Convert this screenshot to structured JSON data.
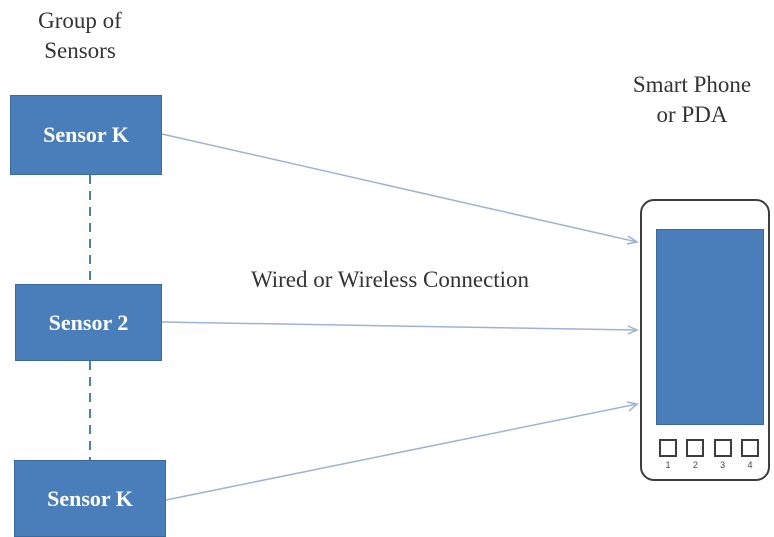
{
  "group_label": "Group of\nSensors",
  "phone_label": "Smart Phone\nor PDA",
  "connection_label": "Wired or Wireless Connection",
  "sensors": [
    {
      "label": "Sensor K"
    },
    {
      "label": "Sensor 2"
    },
    {
      "label": "Sensor K"
    }
  ],
  "phone": {
    "button_numbers": [
      "1",
      "2",
      "3",
      "4"
    ]
  },
  "colors": {
    "sensor_fill": "#4a7ebb",
    "screen_fill": "#4a7ebb",
    "line": "#9db3d6"
  }
}
